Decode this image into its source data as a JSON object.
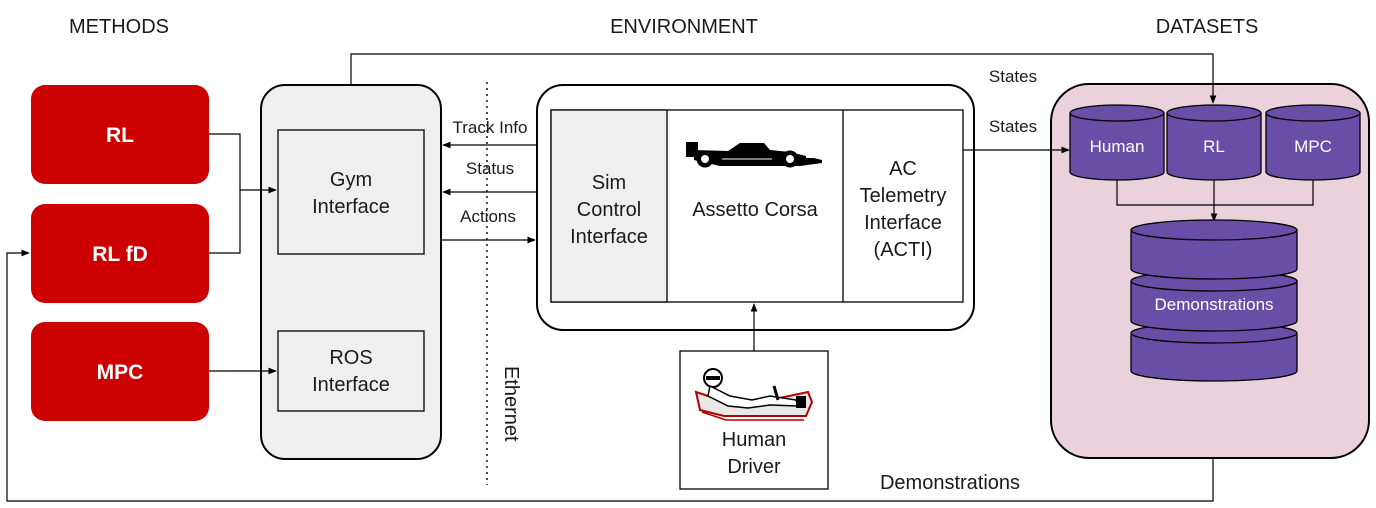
{
  "headers": {
    "methods": "METHODS",
    "environment": "ENVIRONMENT",
    "datasets": "DATASETS"
  },
  "methods": {
    "rl": "RL",
    "rl_fd": "RL fD",
    "mpc": "MPC"
  },
  "interfaces": {
    "gym_line1": "Gym",
    "gym_line2": "Interface",
    "ros_line1": "ROS",
    "ros_line2": "Interface"
  },
  "edges": {
    "track_info": "Track Info",
    "status": "Status",
    "actions": "Actions",
    "states_top": "States",
    "states_mid": "States",
    "demonstrations": "Demonstrations"
  },
  "ethernet": "Ethernet",
  "environment": {
    "sim_line1": "Sim",
    "sim_line2": "Control",
    "sim_line3": "Interface",
    "assetto": "Assetto Corsa",
    "acti_line1": "AC",
    "acti_line2": "Telemetry",
    "acti_line3": "Interface",
    "acti_line4": "(ACTI)"
  },
  "driver": {
    "line1": "Human",
    "line2": "Driver"
  },
  "datasets": {
    "human": "Human",
    "rl": "RL",
    "mpc": "MPC",
    "demonstrations": "Demonstrations"
  },
  "colors": {
    "method_red": "#cc0000",
    "panel_gray": "#efefef",
    "dataset_pink": "#ead1dc",
    "db_purple": "#674ea7"
  }
}
